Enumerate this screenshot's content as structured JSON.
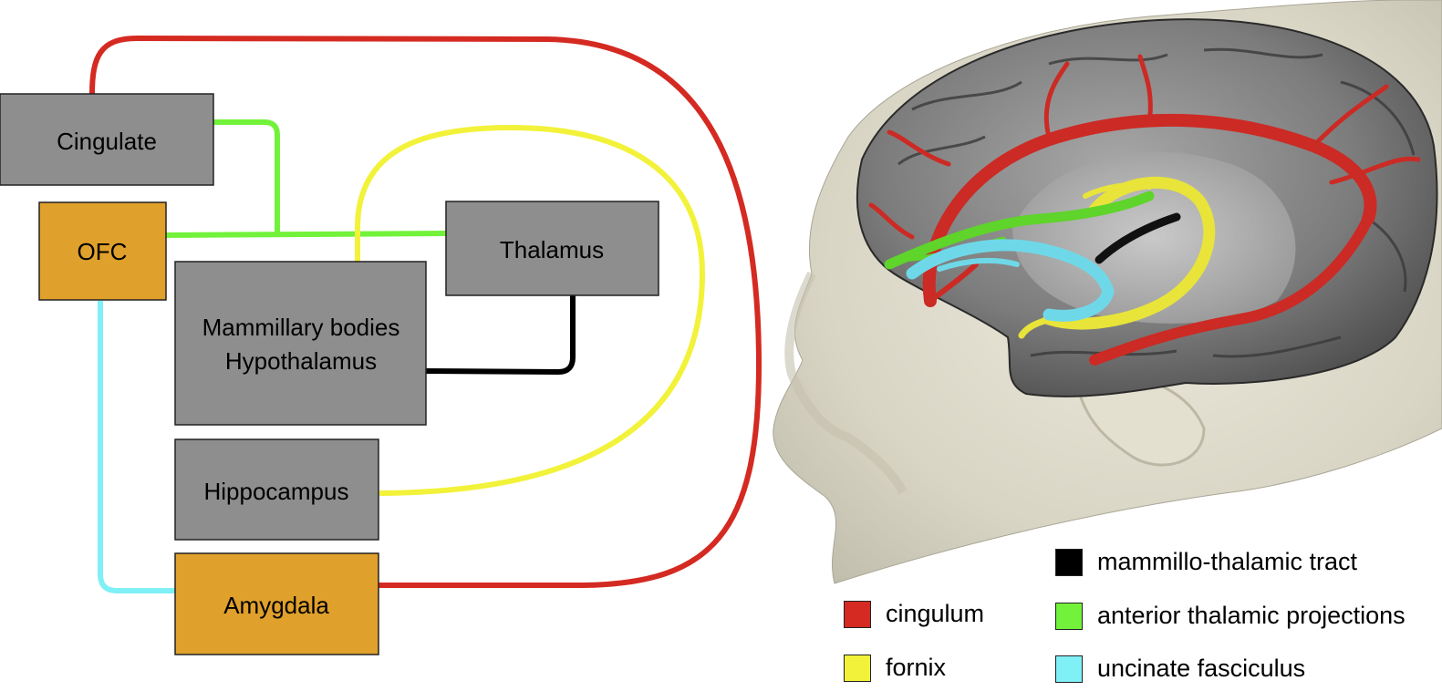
{
  "diagram": {
    "nodes": {
      "cingulate": {
        "label": "Cingulate",
        "fill": "#8e8e8e"
      },
      "ofc": {
        "label": "OFC",
        "fill": "#e0a02c"
      },
      "thalamus": {
        "label": "Thalamus",
        "fill": "#8e8e8e"
      },
      "mammillary": {
        "label_line1": "Mammillary bodies",
        "label_line2": "Hypothalamus",
        "fill": "#8e8e8e"
      },
      "hippocampus": {
        "label": "Hippocampus",
        "fill": "#8e8e8e"
      },
      "amygdala": {
        "label": "Amygdala",
        "fill": "#e0a02c"
      }
    },
    "edges": [
      {
        "tract": "cingulum",
        "from": "Cingulate",
        "to": "Amygdala"
      },
      {
        "tract": "anterior thalamic projections",
        "from": "Cingulate",
        "to": "Thalamus"
      },
      {
        "tract": "anterior thalamic projections",
        "from": "OFC",
        "to": "Thalamus"
      },
      {
        "tract": "fornix",
        "from": "Hippocampus",
        "to": "Mammillary bodies / Hypothalamus"
      },
      {
        "tract": "mammillo-thalamic tract",
        "from": "Mammillary bodies / Hypothalamus",
        "to": "Thalamus"
      },
      {
        "tract": "uncinate fasciculus",
        "from": "OFC",
        "to": "Amygdala"
      }
    ]
  },
  "illustration": {
    "subject": "3D head render with brain medial surface and tractography fibres",
    "colors": {
      "skin": "#d8d4c4",
      "cortex": "#6b6b6b"
    }
  },
  "legend": {
    "items": [
      {
        "key": "cingulum",
        "label": "cingulum",
        "color": "#d42a22"
      },
      {
        "key": "fornix",
        "label": "fornix",
        "color": "#f2f23a"
      },
      {
        "key": "mammillo_thalamic",
        "label": "mammillo-thalamic tract",
        "color": "#000000"
      },
      {
        "key": "anterior_thalamic",
        "label": "anterior thalamic projections",
        "color": "#72f23a"
      },
      {
        "key": "uncinate",
        "label": "uncinate fasciculus",
        "color": "#7ff0f6"
      }
    ]
  }
}
